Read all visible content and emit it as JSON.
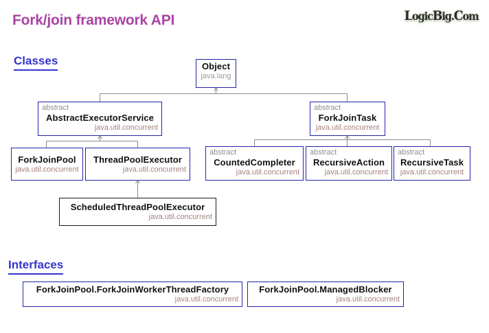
{
  "header": {
    "title": "Fork/join framework API",
    "logo_text": "LogicBig.com",
    "logo_prefix": "L",
    "logo_rest": "ogic",
    "logo_b": "B",
    "logo_ig": "ig",
    "logo_dot": ".",
    "logo_c": "C",
    "logo_om": "om",
    "title_color": "#ab43a3",
    "heading_color": "#3434cc"
  },
  "sections": {
    "classes_label": "Classes",
    "interfaces_label": "Interfaces"
  },
  "palette": {
    "box_border_blue": "#2323a8",
    "box_border_black": "#1a1a1a",
    "class_name_color": "#111111",
    "stereotype_color": "#8d8d8d",
    "package_color": "#a7817c",
    "package_gray": "#9a9a9a",
    "connector_color": "#8c8c8c"
  },
  "diagram": {
    "type": "uml-class-hierarchy",
    "nodes": [
      {
        "id": "object",
        "stereotype": "",
        "name": "Object",
        "package": "java.lang",
        "package_align": "center",
        "package_tone": "gray",
        "border": "blue"
      },
      {
        "id": "abstract-executor-service",
        "stereotype": "abstract",
        "name": "AbstractExecutorService",
        "package": "java.util.concurrent",
        "package_align": "right",
        "package_tone": "brown",
        "border": "blue"
      },
      {
        "id": "fork-join-task",
        "stereotype": "abstract",
        "name": "ForkJoinTask",
        "package": "java.util.concurrent",
        "package_align": "center",
        "package_tone": "brown",
        "border": "blue"
      },
      {
        "id": "fork-join-pool",
        "stereotype": "",
        "name": "ForkJoinPool",
        "package": "java.util.concurrent",
        "package_align": "center",
        "package_tone": "brown",
        "border": "blue"
      },
      {
        "id": "thread-pool-executor",
        "stereotype": "",
        "name": "ThreadPoolExecutor",
        "package": "java.util.concurrent",
        "package_align": "right",
        "package_tone": "brown",
        "border": "blue"
      },
      {
        "id": "counted-completer",
        "stereotype": "abstract",
        "name": "CountedCompleter",
        "package": "java.util.concurrent",
        "package_align": "right",
        "package_tone": "brown",
        "border": "blue"
      },
      {
        "id": "recursive-action",
        "stereotype": "abstract",
        "name": "RecursiveAction",
        "package": "java.util.concurrent",
        "package_align": "right",
        "package_tone": "brown",
        "border": "blue"
      },
      {
        "id": "recursive-task",
        "stereotype": "abstract",
        "name": "RecursiveTask",
        "package": "java.util.concurrent",
        "package_align": "center",
        "package_tone": "brown",
        "border": "blue"
      },
      {
        "id": "scheduled-thread-pool-executor",
        "stereotype": "",
        "name": "ScheduledThreadPoolExecutor",
        "package": "java.util.concurrent",
        "package_align": "right",
        "package_tone": "brown",
        "border": "black"
      },
      {
        "id": "fork-join-worker-thread-factory",
        "stereotype": "",
        "name": "ForkJoinPool.ForkJoinWorkerThreadFactory",
        "package": "java.util.concurrent",
        "package_align": "right",
        "package_tone": "brown",
        "border": "blue"
      },
      {
        "id": "managed-blocker",
        "stereotype": "",
        "name": "ForkJoinPool.ManagedBlocker",
        "package": "java.util.concurrent",
        "package_align": "right",
        "package_tone": "brown",
        "border": "blue"
      }
    ],
    "edges": [
      {
        "from": "abstract-executor-service",
        "to": "object",
        "kind": "extends"
      },
      {
        "from": "fork-join-task",
        "to": "object",
        "kind": "extends"
      },
      {
        "from": "fork-join-pool",
        "to": "abstract-executor-service",
        "kind": "extends"
      },
      {
        "from": "thread-pool-executor",
        "to": "abstract-executor-service",
        "kind": "extends"
      },
      {
        "from": "counted-completer",
        "to": "fork-join-task",
        "kind": "extends"
      },
      {
        "from": "recursive-action",
        "to": "fork-join-task",
        "kind": "extends"
      },
      {
        "from": "recursive-task",
        "to": "fork-join-task",
        "kind": "extends"
      },
      {
        "from": "scheduled-thread-pool-executor",
        "to": "thread-pool-executor",
        "kind": "extends"
      }
    ]
  }
}
